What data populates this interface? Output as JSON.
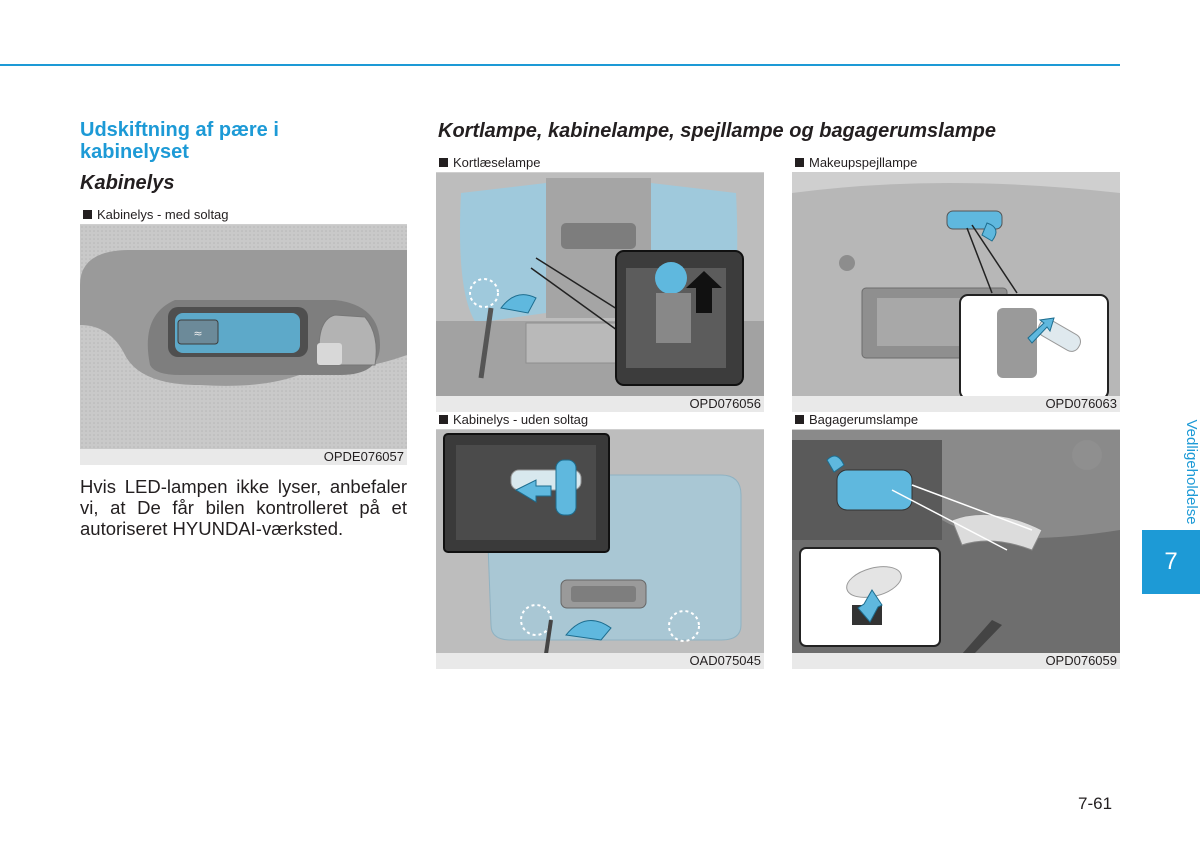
{
  "section_title": "Udskiftning af pære i kabinelyset",
  "left_subtitle": "Kabinelys",
  "right_title": "Kortlampe, kabinelampe, spejllampe  og bagagerumslampe",
  "figures": [
    {
      "caption": "Kabinelys - med soltag",
      "code": "OPDE076057"
    },
    {
      "caption": "Kortlæselampe",
      "code": "OPD076056"
    },
    {
      "caption": "Makeupspejllampe",
      "code": "OPD076063"
    },
    {
      "caption": "Kabinelys - uden soltag",
      "code": "OAD075045"
    },
    {
      "caption": "Bagagerumslampe",
      "code": "OPD076059"
    }
  ],
  "body_text": "Hvis LED-lampen ikke lyser, anbefaler vi, at De får bilen kontrolleret på et autoriseret HYUNDAI-værksted.",
  "side_tab_number": "7",
  "side_tab_label": "Vedligeholdelse",
  "page_number": "7-61",
  "colors": {
    "accent": "#1d9ad6",
    "lamp_blue": "#5fb8de",
    "metal_gray": "#8e8e8e"
  }
}
